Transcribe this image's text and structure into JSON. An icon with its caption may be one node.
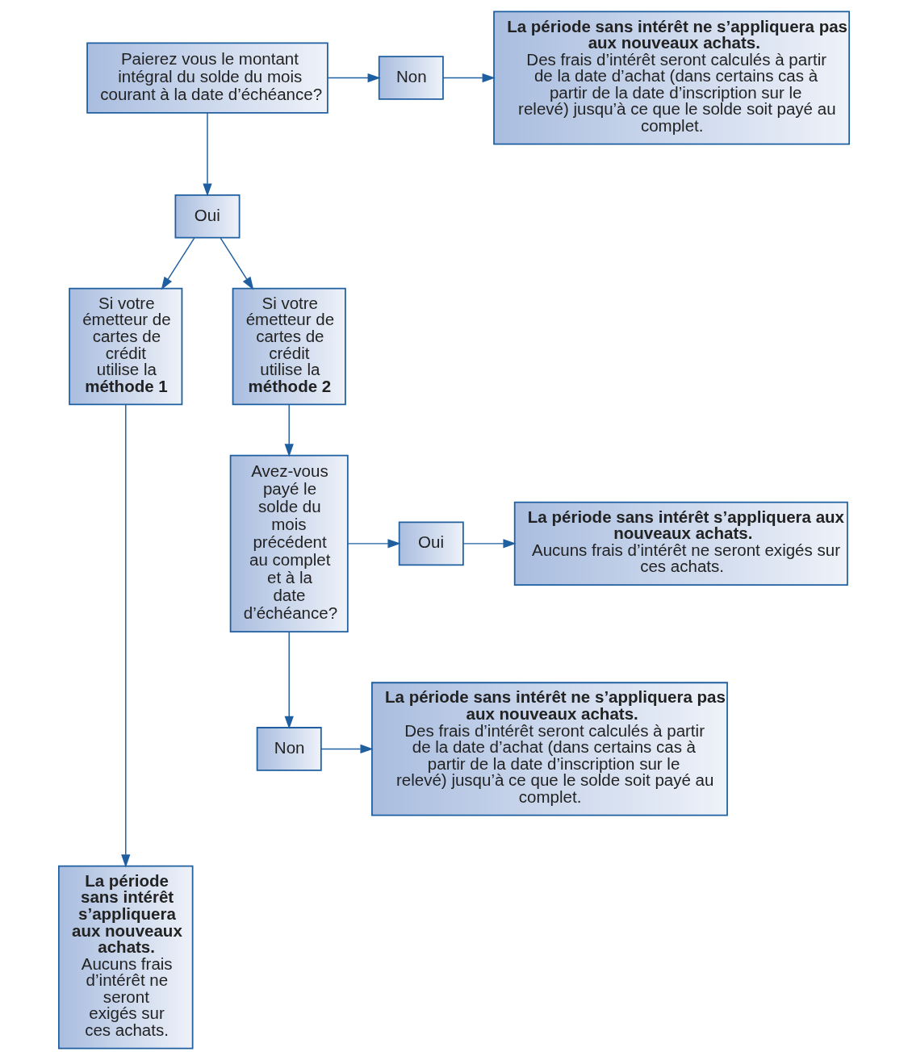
{
  "diagram": {
    "nodes": [
      {
        "text": [
          "Paierez vous le montant intégral du solde du mois courant à la date d’échéance?"
        ]
      },
      {
        "text": [
          "Non"
        ]
      },
      {
        "text": [
          "La période sans intérêt ne s’appliquera pas aux nouveaux achats.",
          "Des frais d’intérêt seront calculés à partir de la date d’achat (dans certains cas à partir de la date d’inscription sur le relevé) jusqu’à ce que le solde soit payé au complet."
        ]
      },
      {
        "text": [
          "Oui"
        ]
      },
      {
        "text": [
          "Si votre émetteur de cartes de crédit utilise la **méthode 1**"
        ]
      },
      {
        "text": [
          "Si votre émetteur de cartes de crédit utilise la **méthode 2**"
        ]
      },
      {
        "text": [
          "Avez-vous payé le solde du mois précédent au complet et à la date d’échéance?"
        ]
      },
      {
        "text": [
          "Oui"
        ]
      },
      {
        "text": [
          "La période sans intérêt s’appliquera aux nouveaux achats.",
          "Aucuns frais d’intérêt ne seront exigés sur ces achats."
        ]
      },
      {
        "text": [
          "Non"
        ]
      },
      {
        "text": [
          "La période sans intérêt ne s’appliquera pas aux nouveaux achats.",
          "Des frais d’intérêt seront calculés à partir de la date d’achat (dans certains cas à partir de la date d’inscription sur le relevé) jusqu’à ce que le solde soit payé au complet."
        ]
      },
      {
        "text": [
          "La période sans intérêt s’appliquera aux nouveaux achats.",
          "Aucuns frais d’intérêt ne seront exigés sur ces achats."
        ]
      }
    ],
    "edges": [
      {
        "from": 0,
        "to": 1,
        "arrow": "to"
      },
      {
        "from": 1,
        "to": 2,
        "arrow": "to"
      },
      {
        "from": 0,
        "to": 3,
        "arrow": "to"
      },
      {
        "from": 3,
        "to": 4,
        "arrow": "to"
      },
      {
        "from": 3,
        "to": 5,
        "arrow": "to"
      },
      {
        "from": 5,
        "to": 6,
        "arrow": "to"
      },
      {
        "from": 6,
        "to": 7,
        "arrow": "to"
      },
      {
        "from": 7,
        "to": 8,
        "arrow": "to"
      },
      {
        "from": 6,
        "to": 9,
        "arrow": "to"
      },
      {
        "from": 9,
        "to": 10,
        "arrow": "to"
      },
      {
        "from": 4,
        "to": 11,
        "arrow": "to"
      }
    ]
  }
}
